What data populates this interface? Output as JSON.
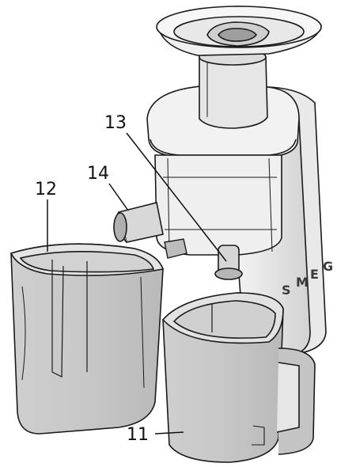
{
  "diagram": {
    "callouts": [
      {
        "id": "11",
        "label": "11"
      },
      {
        "id": "12",
        "label": "12"
      },
      {
        "id": "13",
        "label": "13"
      },
      {
        "id": "14",
        "label": "14"
      }
    ],
    "brand_letters": [
      "S",
      "M",
      "E",
      "G"
    ]
  },
  "colors": {
    "outline": "#1a1a1a",
    "body_light": "#f4f4f4",
    "body_shade": "#dcdcdc",
    "container_fill": "#cfcfcf",
    "container_inner": "#bdbdbd"
  }
}
